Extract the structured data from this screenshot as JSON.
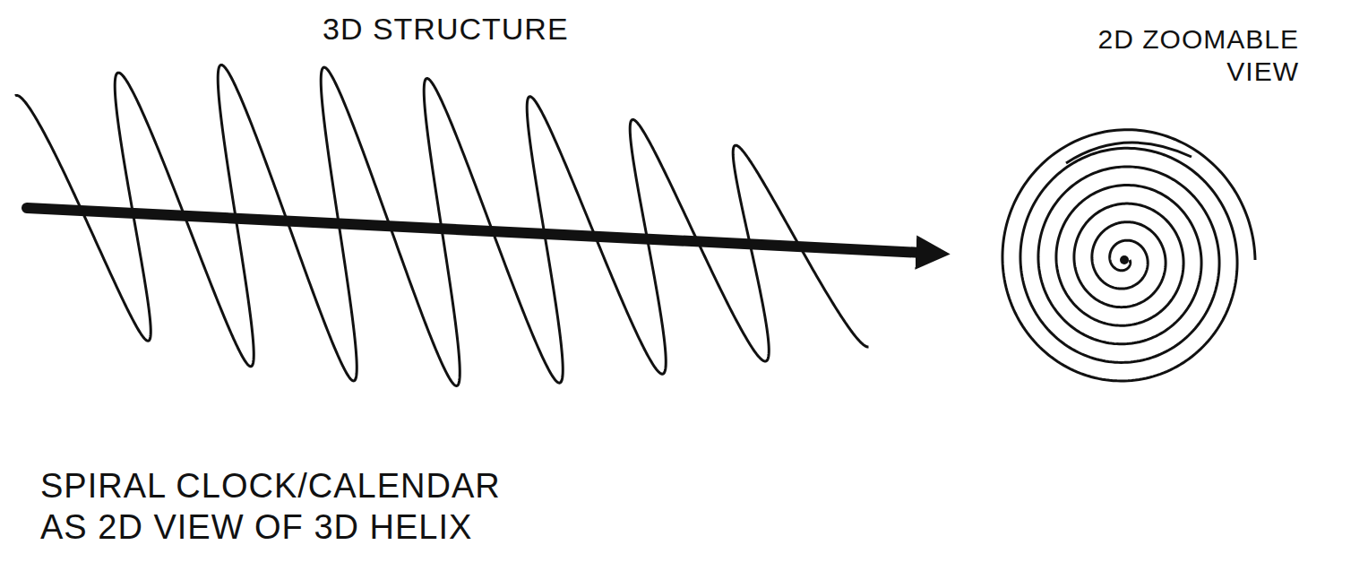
{
  "diagram": {
    "caption": "SPIRAL CLOCK/CALENDAR AS 2D VIEW OF 3D HELIX",
    "labels": [
      "3D STRUCTURE",
      "2D ZOOMABLE VIEW"
    ]
  }
}
